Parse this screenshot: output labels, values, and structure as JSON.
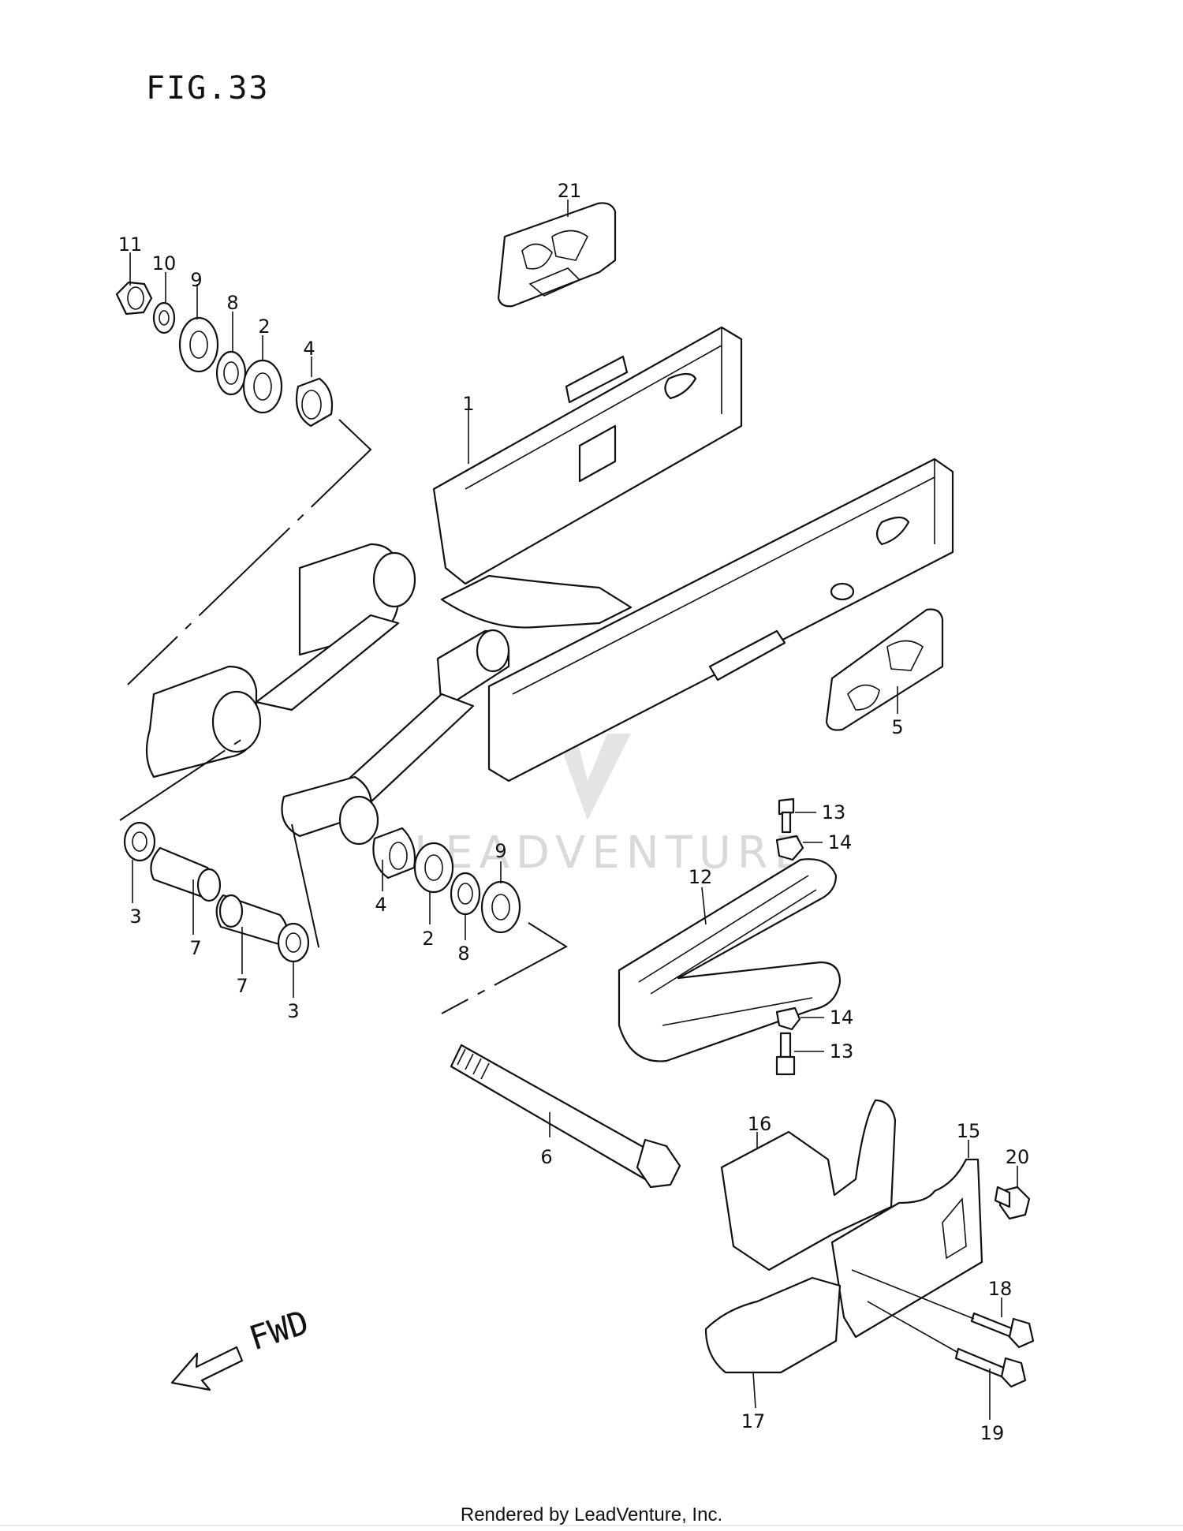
{
  "figure_title": "FIG.33",
  "direction_label": "FWD",
  "watermark": "LEADVENTURE",
  "footer": "Rendered by LeadVenture, Inc.",
  "callouts": {
    "c1": "1",
    "c2a": "2",
    "c2b": "2",
    "c3a": "3",
    "c3b": "3",
    "c4a": "4",
    "c4b": "4",
    "c5": "5",
    "c6": "6",
    "c7a": "7",
    "c7b": "7",
    "c8a": "8",
    "c8b": "8",
    "c9a": "9",
    "c9b": "9",
    "c10": "10",
    "c11": "11",
    "c12": "12",
    "c13a": "13",
    "c13b": "13",
    "c14a": "14",
    "c14b": "14",
    "c15": "15",
    "c16": "16",
    "c17": "17",
    "c18": "18",
    "c19": "19",
    "c20": "20",
    "c21": "21"
  }
}
